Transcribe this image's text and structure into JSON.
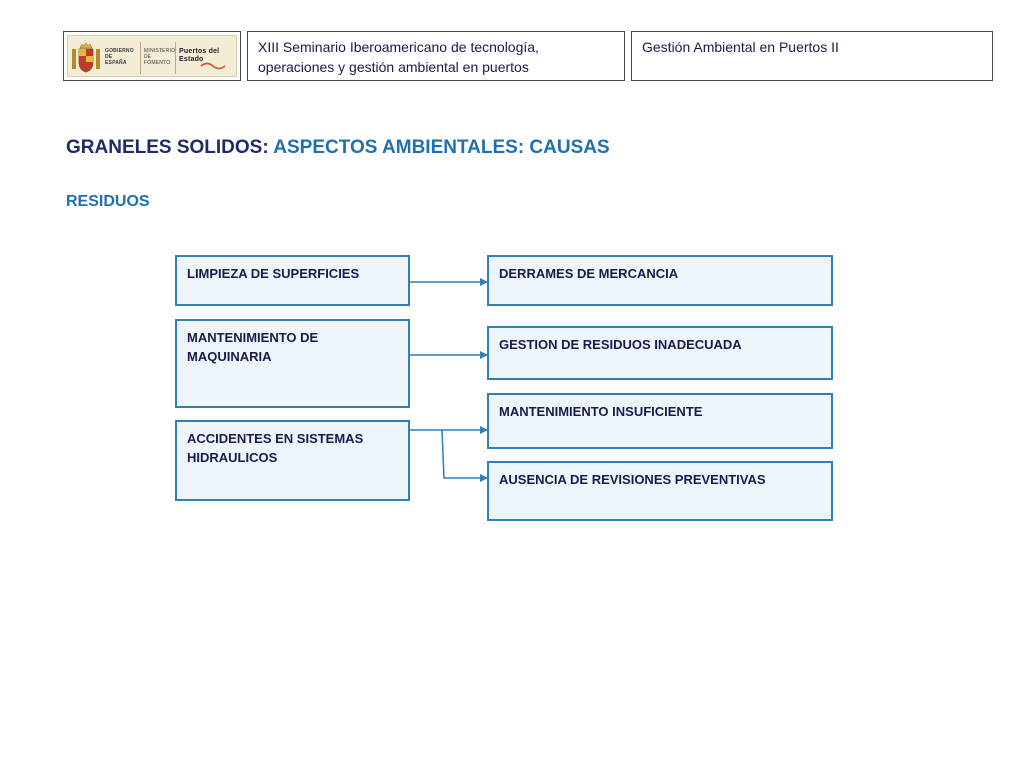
{
  "header": {
    "logo": {
      "government_text": "GOBIERNO DE ESPAÑA",
      "ministry_text": "MINISTERIO DE FOMENTO",
      "agency_text": "Puertos del Estado"
    },
    "seminar_title": "XIII Seminario Iberoamericano de tecnología, operaciones y gestión ambiental en puertos",
    "course_title": "Gestión Ambiental en Puertos II"
  },
  "page": {
    "title_part1": "GRANELES SOLIDOS:",
    "title_part2": "ASPECTOS AMBIENTALES: CAUSAS",
    "section": "RESIDUOS"
  },
  "diagram": {
    "left_nodes": [
      {
        "label": "LIMPIEZA DE SUPERFICIES"
      },
      {
        "label": "MANTENIMIENTO DE MAQUINARIA"
      },
      {
        "label": "ACCIDENTES EN SISTEMAS HIDRAULICOS"
      }
    ],
    "right_nodes": [
      {
        "label": "DERRAMES DE MERCANCIA"
      },
      {
        "label": "GESTION DE RESIDUOS INADECUADA"
      },
      {
        "label": "MANTENIMIENTO INSUFICIENTE"
      },
      {
        "label": "AUSENCIA DE REVISIONES PREVENTIVAS"
      }
    ],
    "colors": {
      "box_border": "#2f7fb8",
      "box_fill": "#eef5fb",
      "arrow": "#2f7fb8",
      "title_dark": "#1f2a6b",
      "title_blue": "#1f6fb5"
    }
  }
}
